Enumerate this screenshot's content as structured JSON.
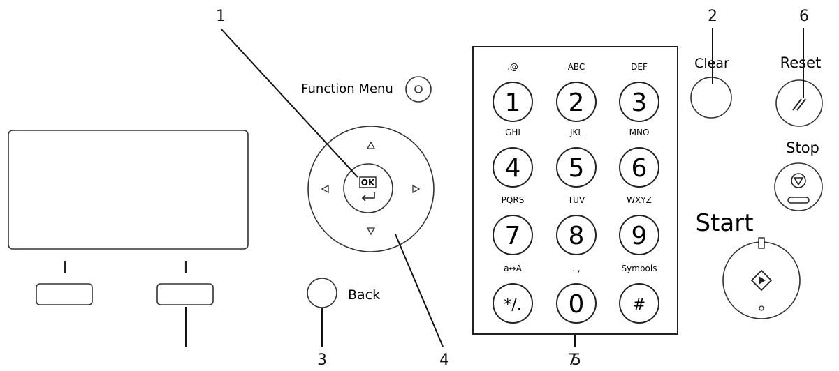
{
  "callouts": {
    "c1": "1",
    "c2": "2",
    "c3": "3",
    "c4": "4",
    "c5": "5",
    "c6": "6",
    "c7": "7"
  },
  "buttons": {
    "function_menu": "Function Menu",
    "ok": "OK",
    "back": "Back",
    "clear": "Clear",
    "reset": "Reset",
    "stop": "Stop",
    "start": "Start"
  },
  "keypad": [
    {
      "letters": ".@",
      "digit": "1"
    },
    {
      "letters": "ABC",
      "digit": "2"
    },
    {
      "letters": "DEF",
      "digit": "3"
    },
    {
      "letters": "GHI",
      "digit": "4"
    },
    {
      "letters": "JKL",
      "digit": "5"
    },
    {
      "letters": "MNO",
      "digit": "6"
    },
    {
      "letters": "PQRS",
      "digit": "7"
    },
    {
      "letters": "TUV",
      "digit": "8"
    },
    {
      "letters": "WXYZ",
      "digit": "9"
    },
    {
      "letters": "a↔A",
      "digit": "*/."
    },
    {
      "letters": ". ,",
      "digit": "0"
    },
    {
      "letters": "Symbols",
      "digit": "#"
    }
  ],
  "icons": {
    "function_menu_button": "circle-icon",
    "ok_return": "return-arrow-icon",
    "arrows": [
      "up-triangle-icon",
      "down-triangle-icon",
      "left-triangle-icon",
      "right-triangle-icon"
    ],
    "reset": "double-slash-icon",
    "stop": "stop-icon",
    "start": "start-diamond-icon"
  }
}
